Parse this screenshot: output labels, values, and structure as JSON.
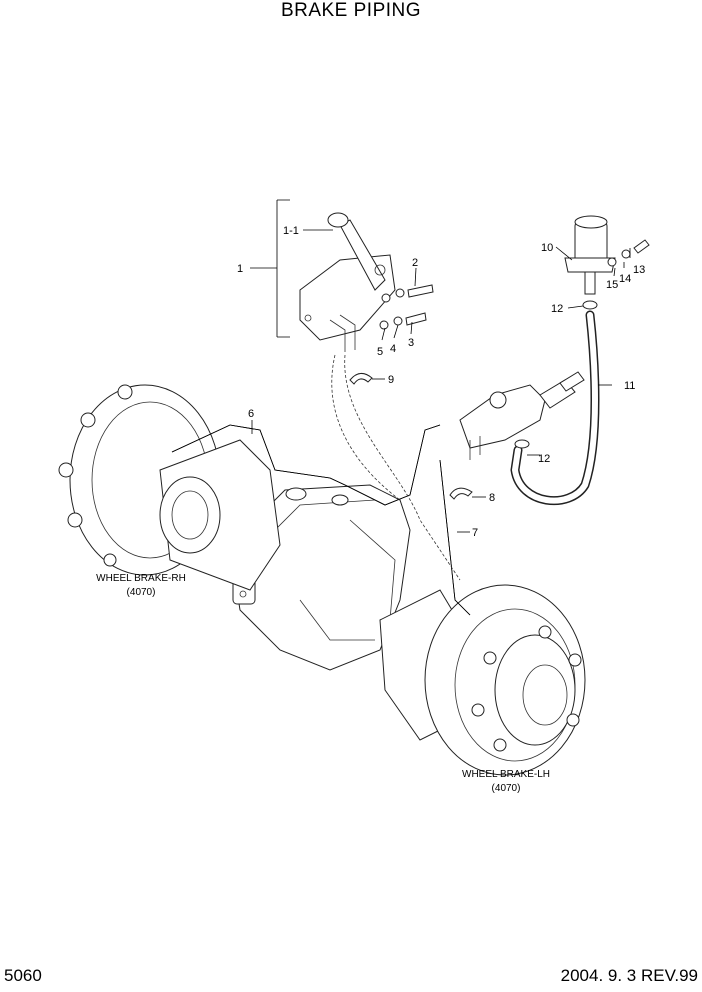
{
  "title": "BRAKE PIPING",
  "page_number": "5060",
  "revision": "2004. 9. 3 REV.99",
  "callouts": {
    "c1": "1",
    "c1_1": "1-1",
    "c2": "2",
    "c3": "3",
    "c4": "4",
    "c5": "5",
    "c6": "6",
    "c7": "7",
    "c8": "8",
    "c9": "9",
    "c10": "10",
    "c11": "11",
    "c12a": "12",
    "c12b": "12",
    "c13": "13",
    "c14": "14",
    "c15": "15"
  },
  "labels": {
    "wheel_rh": "WHEEL BRAKE-RH",
    "wheel_rh_ref": "(4070)",
    "wheel_lh": "WHEEL BRAKE-LH",
    "wheel_lh_ref": "(4070)"
  }
}
